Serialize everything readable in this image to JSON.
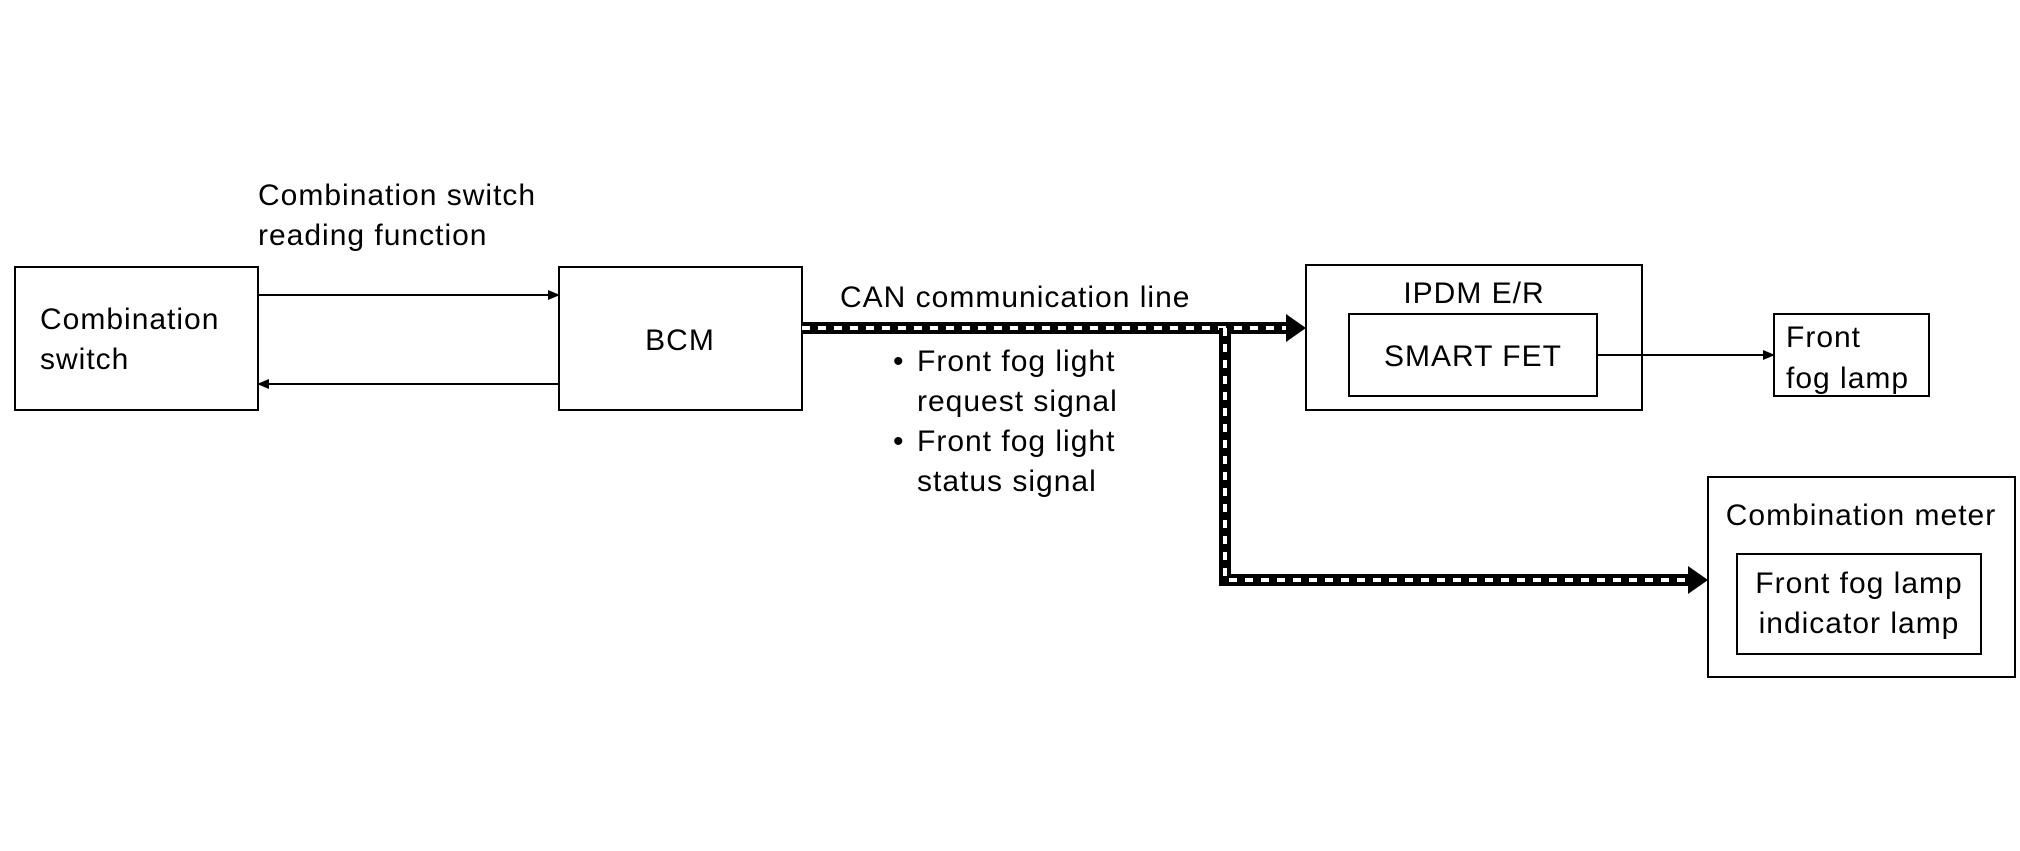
{
  "diagram": {
    "nodes": {
      "combination_switch": {
        "line1": "Combination",
        "line2": "switch"
      },
      "bcm": {
        "label": "BCM"
      },
      "ipdm": {
        "label": "IPDM E/R"
      },
      "smart_fet": {
        "label": "SMART FET"
      },
      "front_fog_lamp": {
        "line1": "Front",
        "line2": "fog lamp"
      },
      "combination_meter": {
        "label": "Combination meter"
      },
      "indicator": {
        "line1": "Front fog lamp",
        "line2": "indicator lamp"
      }
    },
    "labels": {
      "reading_function": {
        "line1": "Combination switch",
        "line2": "reading function"
      },
      "can_line": "CAN communication line",
      "signals": [
        {
          "line1": "Front fog light",
          "line2": "request signal"
        },
        {
          "line1": "Front fog light",
          "line2": "status signal"
        }
      ],
      "bullet": "•"
    }
  }
}
